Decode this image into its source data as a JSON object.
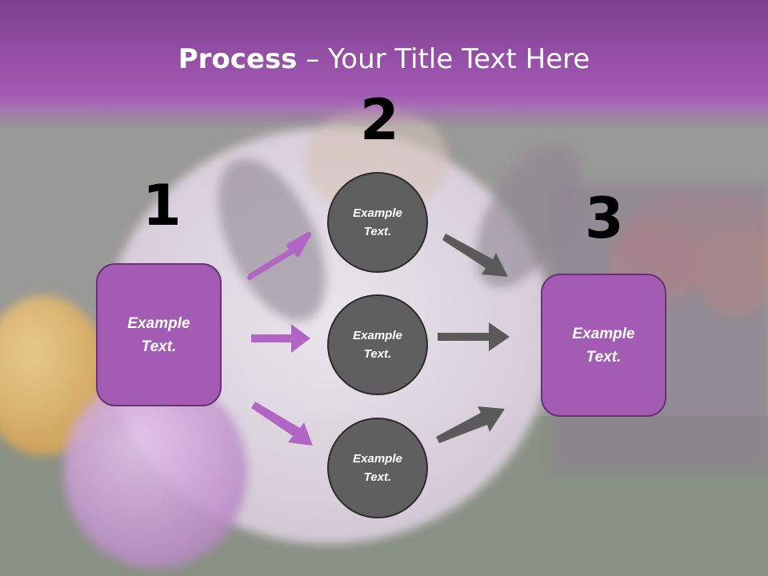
{
  "title": {
    "bold": "Process",
    "rest": " – Your Title Text Here"
  },
  "steps": [
    {
      "number": "1",
      "text_line1": "Example",
      "text_line2": "Text."
    },
    {
      "number": "2"
    },
    {
      "number": "3",
      "text_line1": "Example",
      "text_line2": "Text."
    }
  ],
  "circles": [
    {
      "text_line1": "Example",
      "text_line2": "Text."
    },
    {
      "text_line1": "Example",
      "text_line2": "Text."
    },
    {
      "text_line1": "Example",
      "text_line2": "Text."
    }
  ],
  "colors": {
    "title_band": "#9a4fae",
    "box_fill": "#a45bb4",
    "circle_fill": "#5f5f5f",
    "left_arrow": "#b066c2",
    "right_arrow": "#5a5a5a"
  }
}
